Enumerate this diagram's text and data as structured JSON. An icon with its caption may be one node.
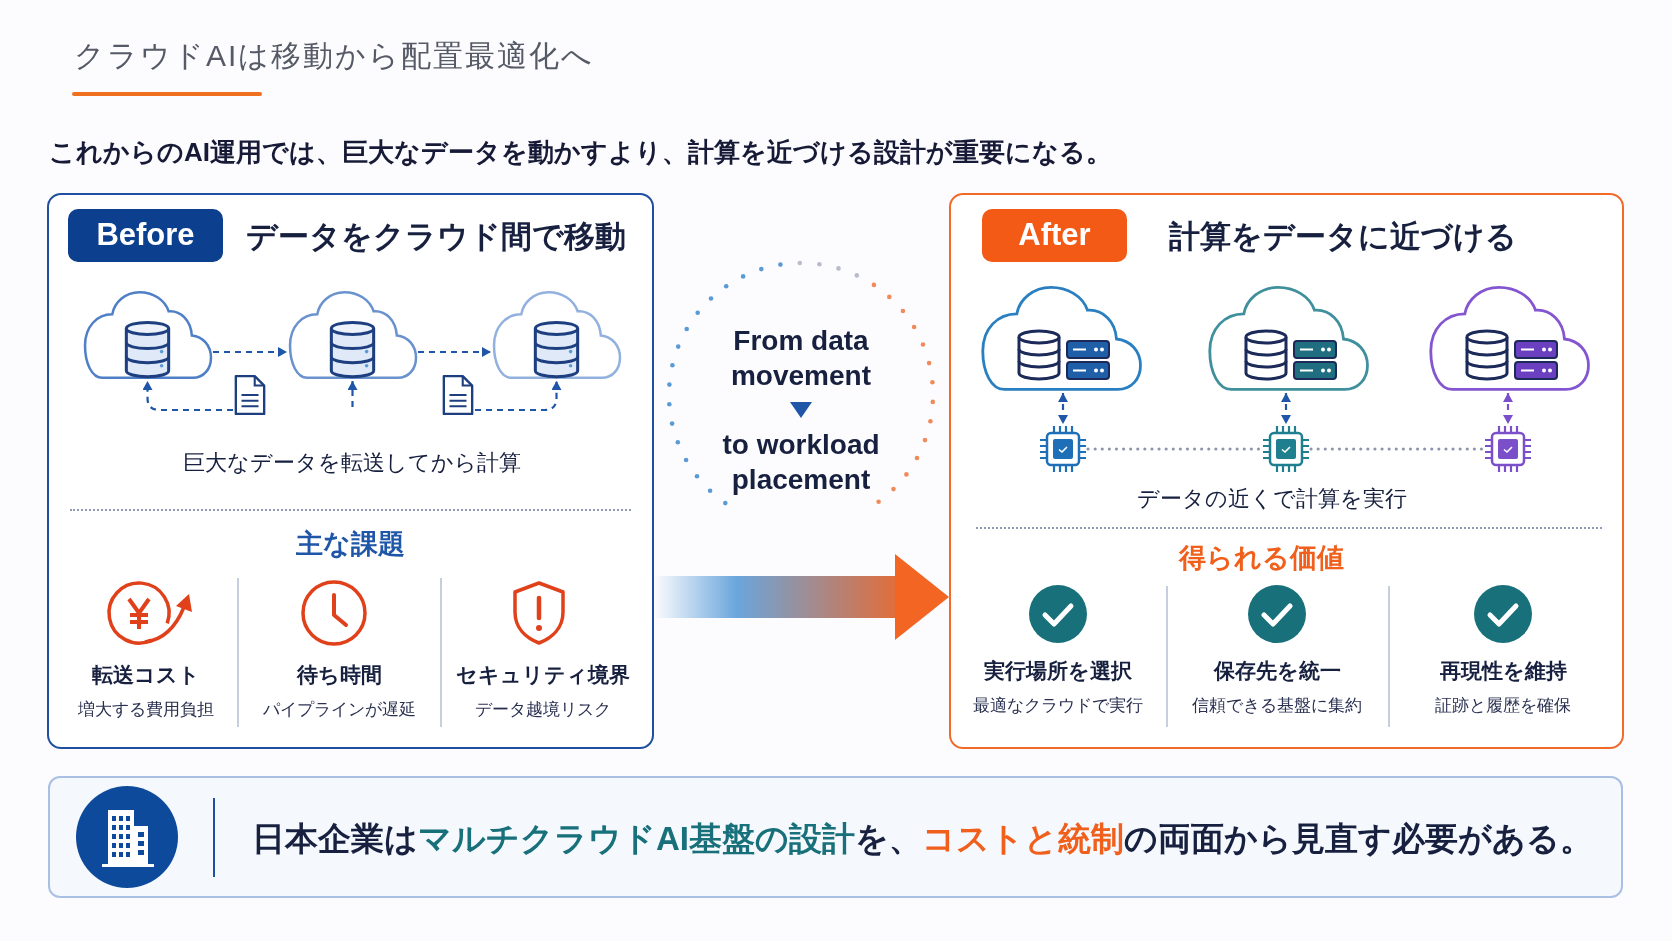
{
  "diagram": {
    "title": "クラウドAIは移動から配置最適化へ",
    "nodes": [
      {
        "text": [
          "データをクラウド間で移動",
          "巨大なデータを転送してから計算",
          "主な課題",
          "転送コスト",
          "増大する費用負担",
          "待ち時間",
          "パイプラインが遅延",
          "セキュリティ境界",
          "データ越境リスク"
        ]
      },
      {
        "text": [
          "Before"
        ],
        "in": 0
      },
      {
        "text": [],
        "shape": "cloud",
        "in": 0
      },
      {
        "text": [],
        "shape": "cloud",
        "in": 0
      },
      {
        "text": [],
        "shape": "cloud",
        "in": 0
      },
      {
        "text": [],
        "shape": "picture",
        "in": 0
      },
      {
        "text": [],
        "shape": "picture",
        "in": 0
      },
      {
        "text": [
          "From data movement",
          "to workload placement"
        ]
      },
      {
        "text": [
          "計算をデータに近づける",
          "データの近くで計算を実行",
          "得られる価値",
          "実行場所を選択",
          "最適なクラウドで実行",
          "保存先を統一",
          "信頼できる基盤に集約",
          "再現性を維持",
          "証跡と履歴を確保"
        ]
      },
      {
        "text": [
          "After"
        ],
        "in": 8
      },
      {
        "text": [],
        "shape": "cloud",
        "in": 8
      },
      {
        "text": [],
        "shape": "cloud",
        "in": 8
      },
      {
        "text": [],
        "shape": "cloud",
        "in": 8
      },
      {
        "text": [],
        "shape": "picture",
        "in": 8
      },
      {
        "text": [],
        "shape": "picture",
        "in": 8
      },
      {
        "text": [],
        "shape": "picture",
        "in": 8
      },
      {
        "text": [
          "日本企業は**マルチクラウドAI基盤の設計**を、**コストと統制**の両面から見直す必要がある。"
        ]
      }
    ],
    "edges": [
      {
        "from": 2,
        "to": 3,
        "arrow": "to",
        "style": "dashed"
      },
      {
        "from": 3,
        "to": 4,
        "arrow": "to",
        "style": "dashed"
      },
      {
        "from": 5,
        "to": 2,
        "arrow": "to",
        "style": "dashed"
      },
      {
        "from": null,
        "to": 3,
        "arrow": "to",
        "style": "dashed"
      },
      {
        "from": 6,
        "to": 4,
        "arrow": "to",
        "style": "dashed"
      },
      {
        "from": 0,
        "to": 8,
        "arrow": "to",
        "style": "thick",
        "color": "#f26522"
      },
      {
        "from": 10,
        "to": 13,
        "arrow": "both",
        "style": "dashed"
      },
      {
        "from": 11,
        "to": 14,
        "arrow": "both",
        "style": "dashed"
      },
      {
        "from": 12,
        "to": 15,
        "arrow": "both",
        "style": "dashed",
        "color": "#7b4fc9"
      },
      {
        "from": 13,
        "to": 14,
        "arrow": "none",
        "style": "dashed",
        "color": "#8d93ad"
      },
      {
        "from": 14,
        "to": 15,
        "arrow": "none",
        "style": "dashed",
        "color": "#8d93ad"
      }
    ],
    "labels": [
      "これからのAI運用では、巨大なデータを動かすより、計算を近づける設計が重要になる。"
    ]
  }
}
